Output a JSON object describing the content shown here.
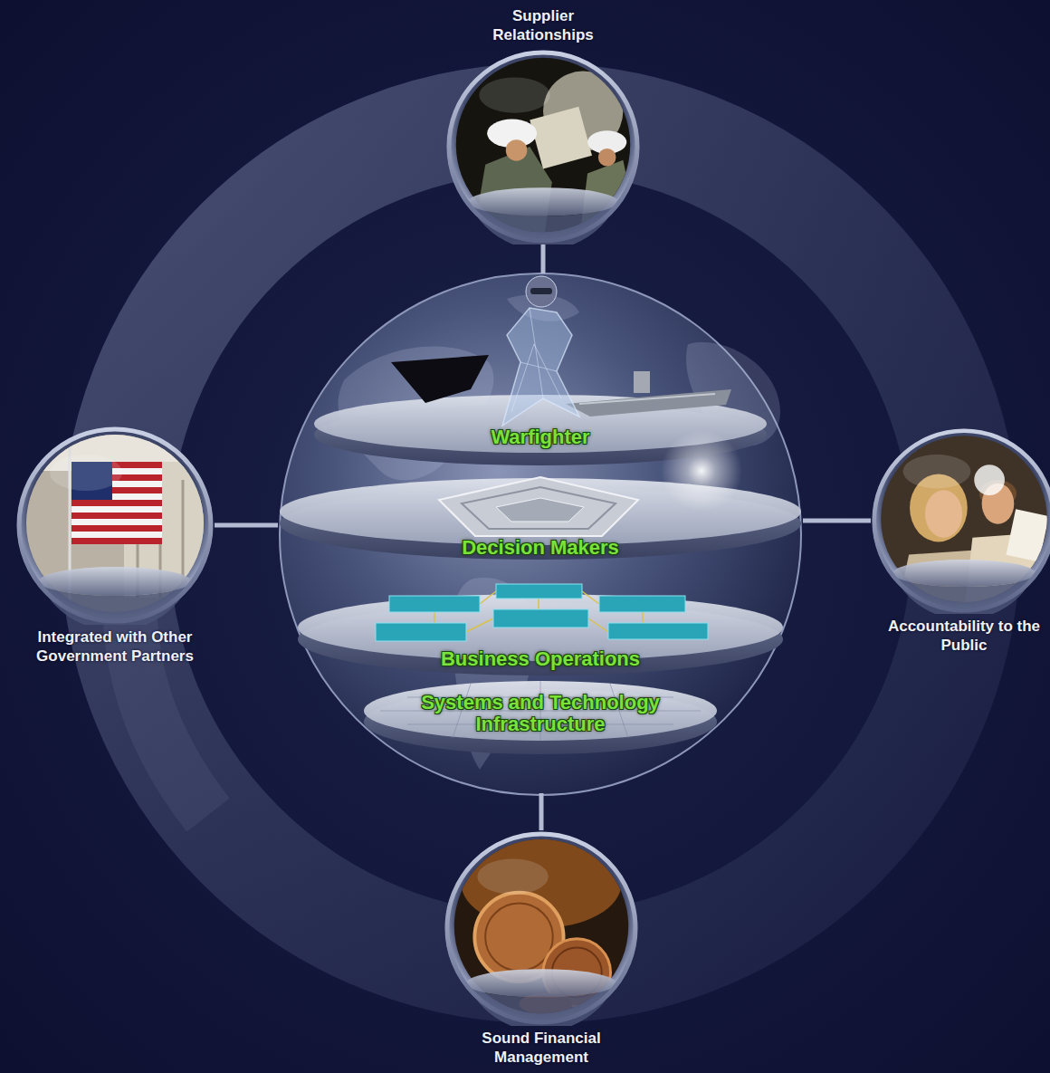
{
  "diagram": {
    "nodes": [
      {
        "text": [
          "Supplier Relationships"
        ]
      },
      {
        "text": [
          "Warfighter"
        ]
      },
      {
        "text": [
          "Decision Makers"
        ]
      },
      {
        "text": [
          "Integrated with Other Government Partners"
        ]
      },
      {
        "text": [
          "Accountability to the Public"
        ]
      },
      {
        "text": [
          "Business Operations"
        ]
      },
      {
        "text": [
          "Systems and Technology Infrastructure"
        ]
      },
      {
        "text": [
          "Sound Financial Management"
        ]
      }
    ],
    "edges": [
      {
        "from": 0,
        "to": 1,
        "arrow": "none"
      },
      {
        "from": 3,
        "to": 2,
        "arrow": "none"
      },
      {
        "from": 2,
        "to": 4,
        "arrow": "none"
      },
      {
        "from": 6,
        "to": 7,
        "arrow": "none"
      }
    ]
  }
}
